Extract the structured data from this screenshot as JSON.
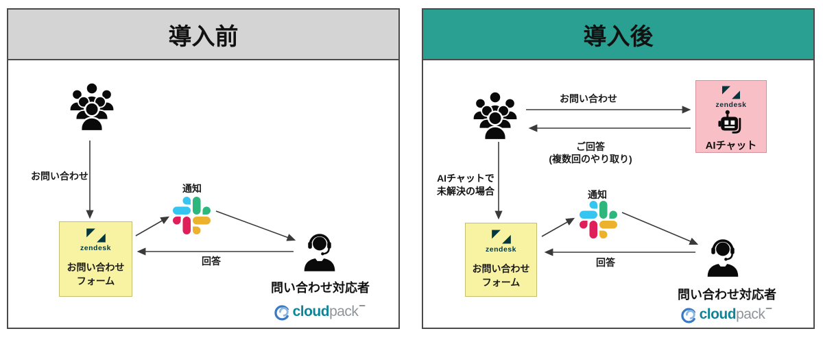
{
  "panels": {
    "before": {
      "title": "導入前",
      "inquiry_label": "お問い合わせ",
      "notify_label": "通知",
      "reply_label": "回答",
      "agent_label": "問い合わせ対応者",
      "form_box": {
        "brand": "zendesk",
        "line1": "お問い合わせ",
        "line2": "フォーム"
      },
      "cloudpack": {
        "cloud": "cloud",
        "pack": "pack"
      }
    },
    "after": {
      "title": "導入後",
      "inquiry_label": "お問い合わせ",
      "answer_label": "ご回答",
      "answer_note": "(複数回のやり取り)",
      "unresolved_line1": "AIチャットで",
      "unresolved_line2": "未解決の場合",
      "notify_label": "通知",
      "reply_label": "回答",
      "agent_label": "問い合わせ対応者",
      "ai_box": {
        "brand": "zendesk",
        "label": "AIチャット"
      },
      "form_box": {
        "brand": "zendesk",
        "line1": "お問い合わせ",
        "line2": "フォーム"
      },
      "cloudpack": {
        "cloud": "cloud",
        "pack": "pack"
      }
    }
  },
  "icons": {
    "users": "users-icon",
    "slack": "slack-icon",
    "zendesk": "zendesk-logo-icon",
    "robot": "robot-icon",
    "agent": "headset-agent-icon",
    "cloudpack_swirl": "cloudpack-swirl-icon"
  },
  "colors": {
    "header_before": "#d4d4d4",
    "header_after": "#2aa092",
    "form_box_yellow": "#f8f3a2",
    "ai_box_pink": "#f9bfc6",
    "zendesk_dark": "#03363d",
    "slack_blue": "#36C5F0",
    "slack_green": "#2EB67D",
    "slack_yellow": "#ECB22E",
    "slack_red": "#E01E5A",
    "cloudpack_teal": "#0f8498",
    "arrow": "#3a3a3a"
  }
}
